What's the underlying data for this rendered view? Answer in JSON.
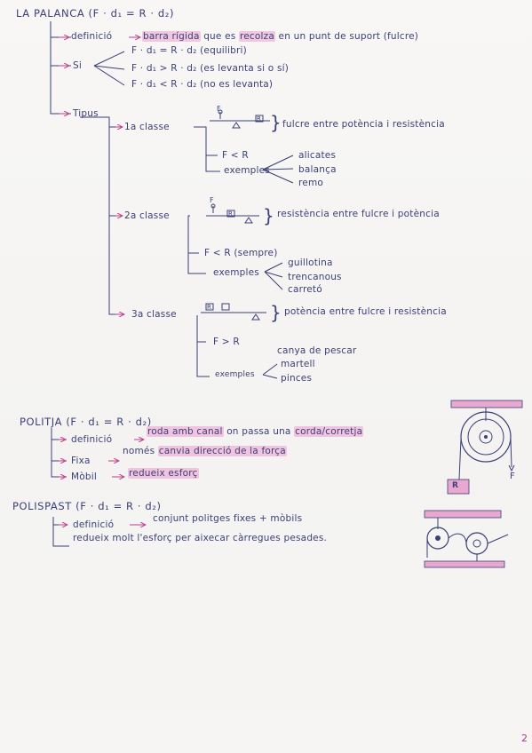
{
  "colors": {
    "ink": "#3b3f78",
    "accent": "#c23a8a",
    "highlight": "#ec8cc8"
  },
  "palanca": {
    "title": "LA PALANCA (F · d₁ = R · d₂)",
    "definicio_label": "definició",
    "definicio_text": "barra rígida que es recolza en un punt de suport (fulcre)",
    "definicio_hl1": "barra rígida",
    "definicio_mid": "que es",
    "definicio_hl2": "recolza",
    "definicio_end": "en un punt de suport (fulcre)",
    "si_label": "Si",
    "si_items": [
      "F · d₁ = R · d₂ (equilibri)",
      "F · d₁ > R · d₂ (es levanta si o sí)",
      "F · d₁ < R · d₂ (no es levanta)"
    ],
    "tipus_label": "Tipus",
    "classes": [
      {
        "name": "1a classe",
        "desc": "fulcre entre potència i resistència",
        "relation": "F < R",
        "examples_label": "exemples",
        "examples": [
          "alicates",
          "balança",
          "remo"
        ]
      },
      {
        "name": "2a classe",
        "desc": "resistència entre fulcre i potència",
        "relation": "F < R (sempre)",
        "examples_label": "exemples",
        "examples": [
          "guillotina",
          "trencanous",
          "carretó"
        ]
      },
      {
        "name": "3a classe",
        "desc": "potència entre fulcre i resistència",
        "relation": "F > R",
        "examples_label": "exemples",
        "examples": [
          "canya de pescar",
          "martell",
          "pinces"
        ]
      }
    ]
  },
  "politja": {
    "title": "POLITJA (F · d₁ = R · d₂)",
    "definicio_label": "definició",
    "definicio_hl1": "roda amb canal",
    "definicio_mid": "on passa una",
    "definicio_hl2": "corda/corretja",
    "fixa_label": "Fixa",
    "fixa_pre": "només",
    "fixa_hl": "canvia direcció de la força",
    "mobil_label": "Mòbil",
    "mobil_hl": "redueix esforç"
  },
  "polispast": {
    "title": "POLISPAST (F · d₁ = R · d₂)",
    "definicio_label": "definició",
    "definicio_text": "conjunt politges fixes + mòbils",
    "usage_text": "redueix molt l'esforç per aixecar càrregues pesades."
  },
  "diagram_labels": {
    "F": "F",
    "R": "R",
    "fulcrum": "Δ"
  },
  "page_number": "2"
}
